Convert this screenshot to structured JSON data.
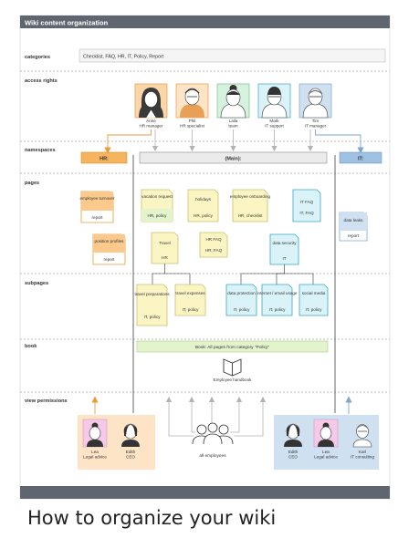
{
  "header": {
    "title": "Wiki content organization"
  },
  "rows": {
    "categories": "categories",
    "access_rights": "access rights",
    "namespaces": "namespaces",
    "pages": "pages",
    "subpages": "subpages",
    "book": "book",
    "view_permissions": "view permissions"
  },
  "categories_value": "Checklist, FAQ, HR, IT, Policy, Report",
  "people": [
    {
      "name": "Anne",
      "role": "HR manager"
    },
    {
      "name": "Phil",
      "role": "HR specialist"
    },
    {
      "name": "Laila",
      "role": "team"
    },
    {
      "name": "Mark",
      "role": "IT support"
    },
    {
      "name": "Tim",
      "role": "IT manager"
    }
  ],
  "namespaces": {
    "hr": "HR:",
    "main": "(Main):",
    "it": "IT:"
  },
  "pages": {
    "employee_turnover": {
      "title": "employee turnover",
      "cats": "report"
    },
    "position_profiles": {
      "title": "position profiles",
      "cats": "report"
    },
    "vacation_request": {
      "title": "vacation request",
      "cats": "HR, policy"
    },
    "holidays": {
      "title": "holidays",
      "cats": "HR, policy"
    },
    "employee_onboarding": {
      "title": "employee onboarding",
      "cats": "HR, checklist"
    },
    "travel": {
      "title": "Travel",
      "cats": "HR"
    },
    "hr_faq": {
      "title": "HR FAQ",
      "cats": "HR, FAQ"
    },
    "it_faq": {
      "title": "IT FAQ",
      "cats": "IT, FAQ"
    },
    "data_security": {
      "title": "data security",
      "cats": "IT"
    },
    "data_leaks": {
      "title": "data leaks",
      "cats": "report"
    }
  },
  "subpages": {
    "travel_preparations": {
      "title": "travel preparations",
      "cats": "IT, policy"
    },
    "travel_expenses": {
      "title": "travel expenses",
      "cats": "IT, policy"
    },
    "data_protection": {
      "title": "data protection",
      "cats": "IT, policy"
    },
    "internet_email": {
      "title": "internet / email usage",
      "cats": "IT, policy"
    },
    "social_media": {
      "title": "social media",
      "cats": "IT, policy"
    }
  },
  "book": {
    "banner": "Book: All pages from category \"Policy\"",
    "label": "Employee handbook"
  },
  "view": {
    "left": [
      {
        "name": "Lea",
        "role": "Legal advice"
      },
      {
        "name": "Edith",
        "role": "CEO"
      }
    ],
    "all": "all employees",
    "right": [
      {
        "name": "Edith",
        "role": "CEO"
      },
      {
        "name": "Lea",
        "role": "Legal advice"
      },
      {
        "name": "Karl",
        "role": "IT consulting"
      }
    ]
  },
  "caption": "How to organize your wiki",
  "colors": {
    "header": "#5f6670",
    "hr": "#f0a044",
    "hr_fill": "#fde1c0",
    "it": "#7ea6cf",
    "it_fill": "#cfe0f1",
    "policy": "#fbf5c4",
    "policy_line": "#c9c071",
    "book": "#e3f3cc",
    "it_page": "#d9f3f9",
    "it_page_line": "#3aa6c4"
  }
}
